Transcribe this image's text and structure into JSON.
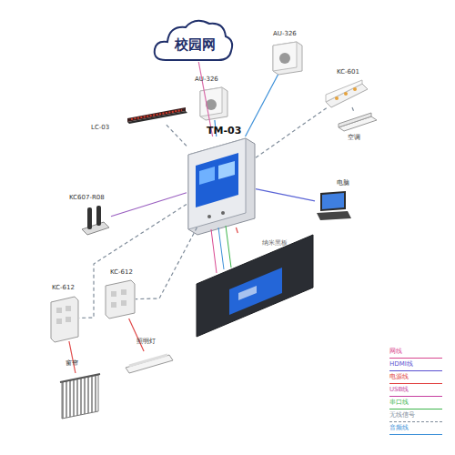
{
  "diagram": {
    "nodes": [
      {
        "text": [
          "校园网"
        ]
      },
      {
        "text": [
          "AU-326"
        ]
      },
      {
        "text": [
          "AU-326"
        ]
      },
      {
        "text": [
          "KC-601"
        ]
      },
      {
        "text": [
          "空调"
        ]
      },
      {
        "text": [
          "LC-03"
        ]
      },
      {
        "text": [
          "TM-03"
        ]
      },
      {
        "text": [
          "KC607-R08"
        ]
      },
      {
        "text": [
          "电脑"
        ]
      },
      {
        "text": [
          "纳米黑板"
        ]
      },
      {
        "text": [
          "KC-612"
        ]
      },
      {
        "text": [
          "KC-612"
        ]
      },
      {
        "text": [
          "窗帘"
        ]
      },
      {
        "text": [
          "照明灯"
        ]
      }
    ],
    "edges": [
      {
        "from": 0,
        "to": 6,
        "arrow": "none"
      },
      {
        "from": 6,
        "to": 1,
        "arrow": "none"
      },
      {
        "from": 6,
        "to": 2,
        "arrow": "none"
      },
      {
        "from": 6,
        "to": 3,
        "arrow": "none"
      },
      {
        "from": 3,
        "to": 4,
        "arrow": "none"
      },
      {
        "from": 6,
        "to": 5,
        "arrow": "none"
      },
      {
        "from": 6,
        "to": 7,
        "arrow": "none"
      },
      {
        "from": 6,
        "to": 8,
        "arrow": "none"
      },
      {
        "from": 6,
        "to": 9,
        "arrow": "none"
      },
      {
        "from": 6,
        "to": 10,
        "arrow": "none"
      },
      {
        "from": 6,
        "to": 11,
        "arrow": "none"
      },
      {
        "from": 10,
        "to": 12,
        "arrow": "none"
      },
      {
        "from": 11,
        "to": 13,
        "arrow": "none"
      }
    ],
    "legend": [
      {
        "text": "网线"
      },
      {
        "text": "HDMI线"
      },
      {
        "text": "电源线"
      },
      {
        "text": "USB线"
      },
      {
        "text": "串口线"
      },
      {
        "text": "无线信号"
      },
      {
        "text": "音频线"
      }
    ]
  }
}
